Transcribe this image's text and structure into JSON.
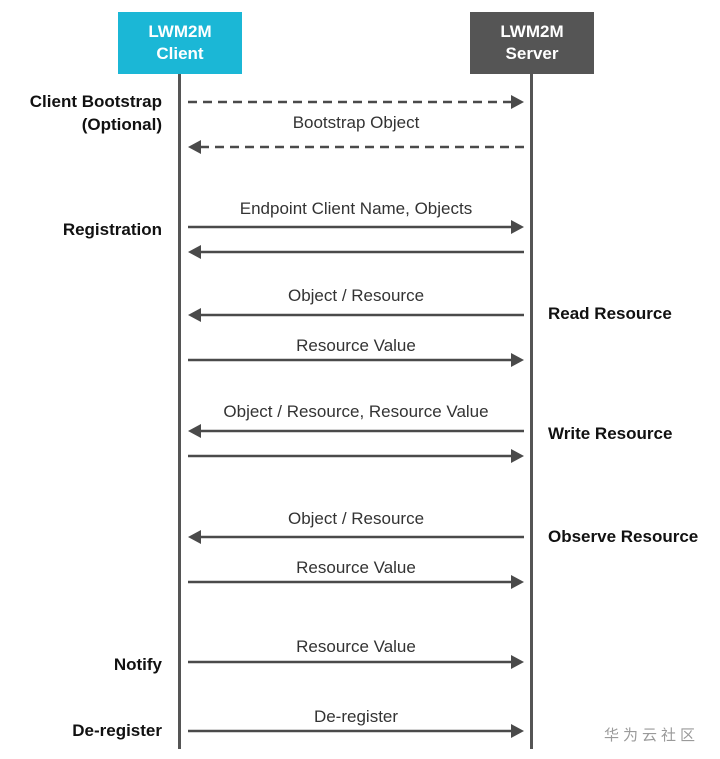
{
  "participants": {
    "client": {
      "line1": "LWM2M",
      "line2": "Client",
      "color": "#1bb7d6"
    },
    "server": {
      "line1": "LWM2M",
      "line2": "Server",
      "color": "#555555"
    }
  },
  "phases": {
    "bootstrap_line1": "Client Bootstrap",
    "bootstrap_line2": "(Optional)",
    "registration": "Registration",
    "read": "Read Resource",
    "write": "Write Resource",
    "observe": "Observe Resource",
    "notify": "Notify",
    "deregister": "De-register"
  },
  "messages": [
    {
      "label": "",
      "direction": "to-server",
      "style": "dashed"
    },
    {
      "label": "Bootstrap Object",
      "direction": "to-client",
      "style": "dashed"
    },
    {
      "label": "Endpoint Client Name, Objects",
      "direction": "to-server",
      "style": "solid"
    },
    {
      "label": "",
      "direction": "to-client",
      "style": "solid"
    },
    {
      "label": "Object / Resource",
      "direction": "to-client",
      "style": "solid"
    },
    {
      "label": "Resource Value",
      "direction": "to-server",
      "style": "solid"
    },
    {
      "label": "Object / Resource, Resource Value",
      "direction": "to-client",
      "style": "solid"
    },
    {
      "label": "",
      "direction": "to-server",
      "style": "solid"
    },
    {
      "label": "Object / Resource",
      "direction": "to-client",
      "style": "solid"
    },
    {
      "label": "Resource Value",
      "direction": "to-server",
      "style": "solid"
    },
    {
      "label": "Resource Value",
      "direction": "to-server",
      "style": "solid"
    },
    {
      "label": "De-register",
      "direction": "to-server",
      "style": "solid"
    }
  ],
  "watermark": "华为云社区",
  "colors": {
    "line": "#555555",
    "arrow": "#4a4a4a"
  }
}
